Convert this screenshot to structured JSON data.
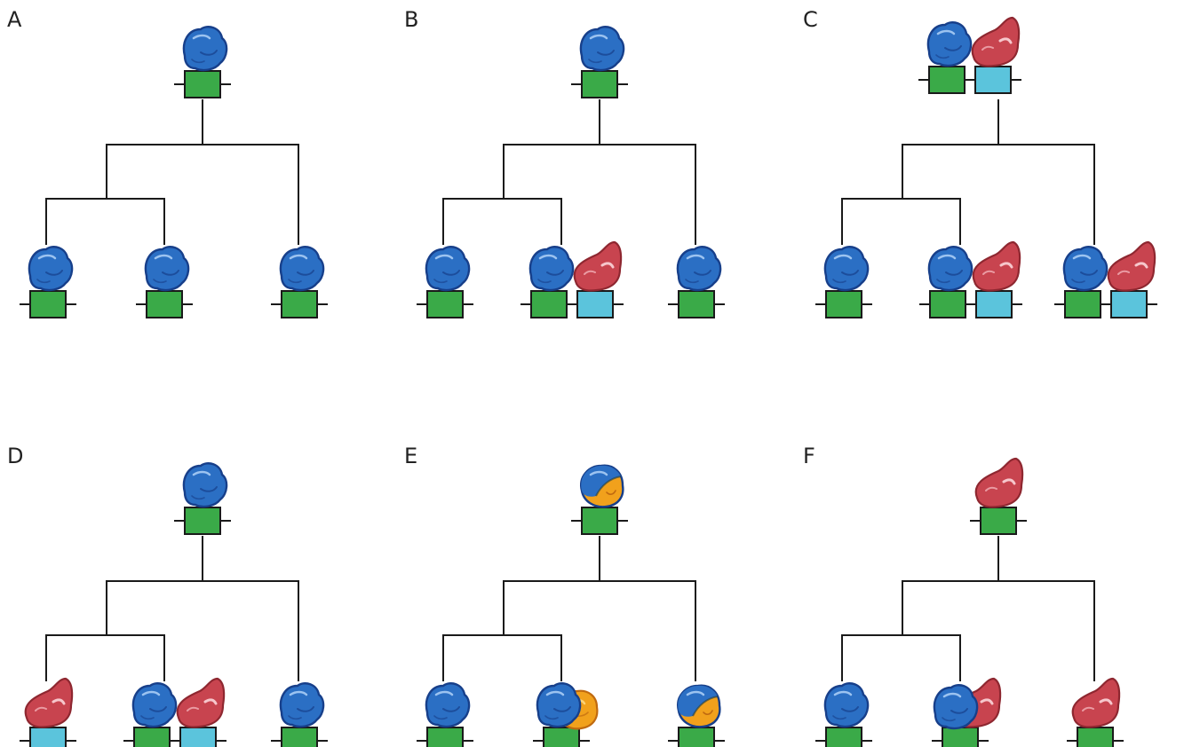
{
  "panels": [
    {
      "id": "A",
      "label": "A",
      "root": [
        "blue"
      ],
      "leaves": [
        [
          "blue"
        ],
        [
          "blue"
        ],
        [
          "blue"
        ]
      ]
    },
    {
      "id": "B",
      "label": "B",
      "root": [
        "blue"
      ],
      "leaves": [
        [
          "blue"
        ],
        [
          "blue",
          "red"
        ],
        [
          "blue"
        ]
      ]
    },
    {
      "id": "C",
      "label": "C",
      "root": [
        "blue",
        "red"
      ],
      "leaves": [
        [
          "blue"
        ],
        [
          "blue",
          "red"
        ],
        [
          "blue",
          "red"
        ]
      ]
    },
    {
      "id": "D",
      "label": "D",
      "root": [
        "blue"
      ],
      "leaves": [
        [
          "red-only"
        ],
        [
          "blue",
          "red"
        ],
        [
          "blue"
        ]
      ]
    },
    {
      "id": "E",
      "label": "E",
      "root": [
        "mixed"
      ],
      "leaves": [
        [
          "blue"
        ],
        [
          "blue-orange"
        ],
        [
          "mixed"
        ]
      ]
    },
    {
      "id": "F",
      "label": "F",
      "root": [
        "red"
      ],
      "leaves": [
        [
          "blue"
        ],
        [
          "blue-red-overlap"
        ],
        [
          "red"
        ]
      ]
    }
  ],
  "colors": {
    "line": "#1a1a1a",
    "gene_green": "#3aaa48",
    "gene_cyan": "#5bc4dc",
    "gene_stroke": "#1a1a1a",
    "protein_blue": "#2b6fc4",
    "protein_blue_dark": "#173f8a",
    "protein_red": "#c8444f",
    "protein_red_dark": "#8e2730",
    "protein_orange": "#f1a11c",
    "protein_orange_dark": "#c06a10"
  }
}
